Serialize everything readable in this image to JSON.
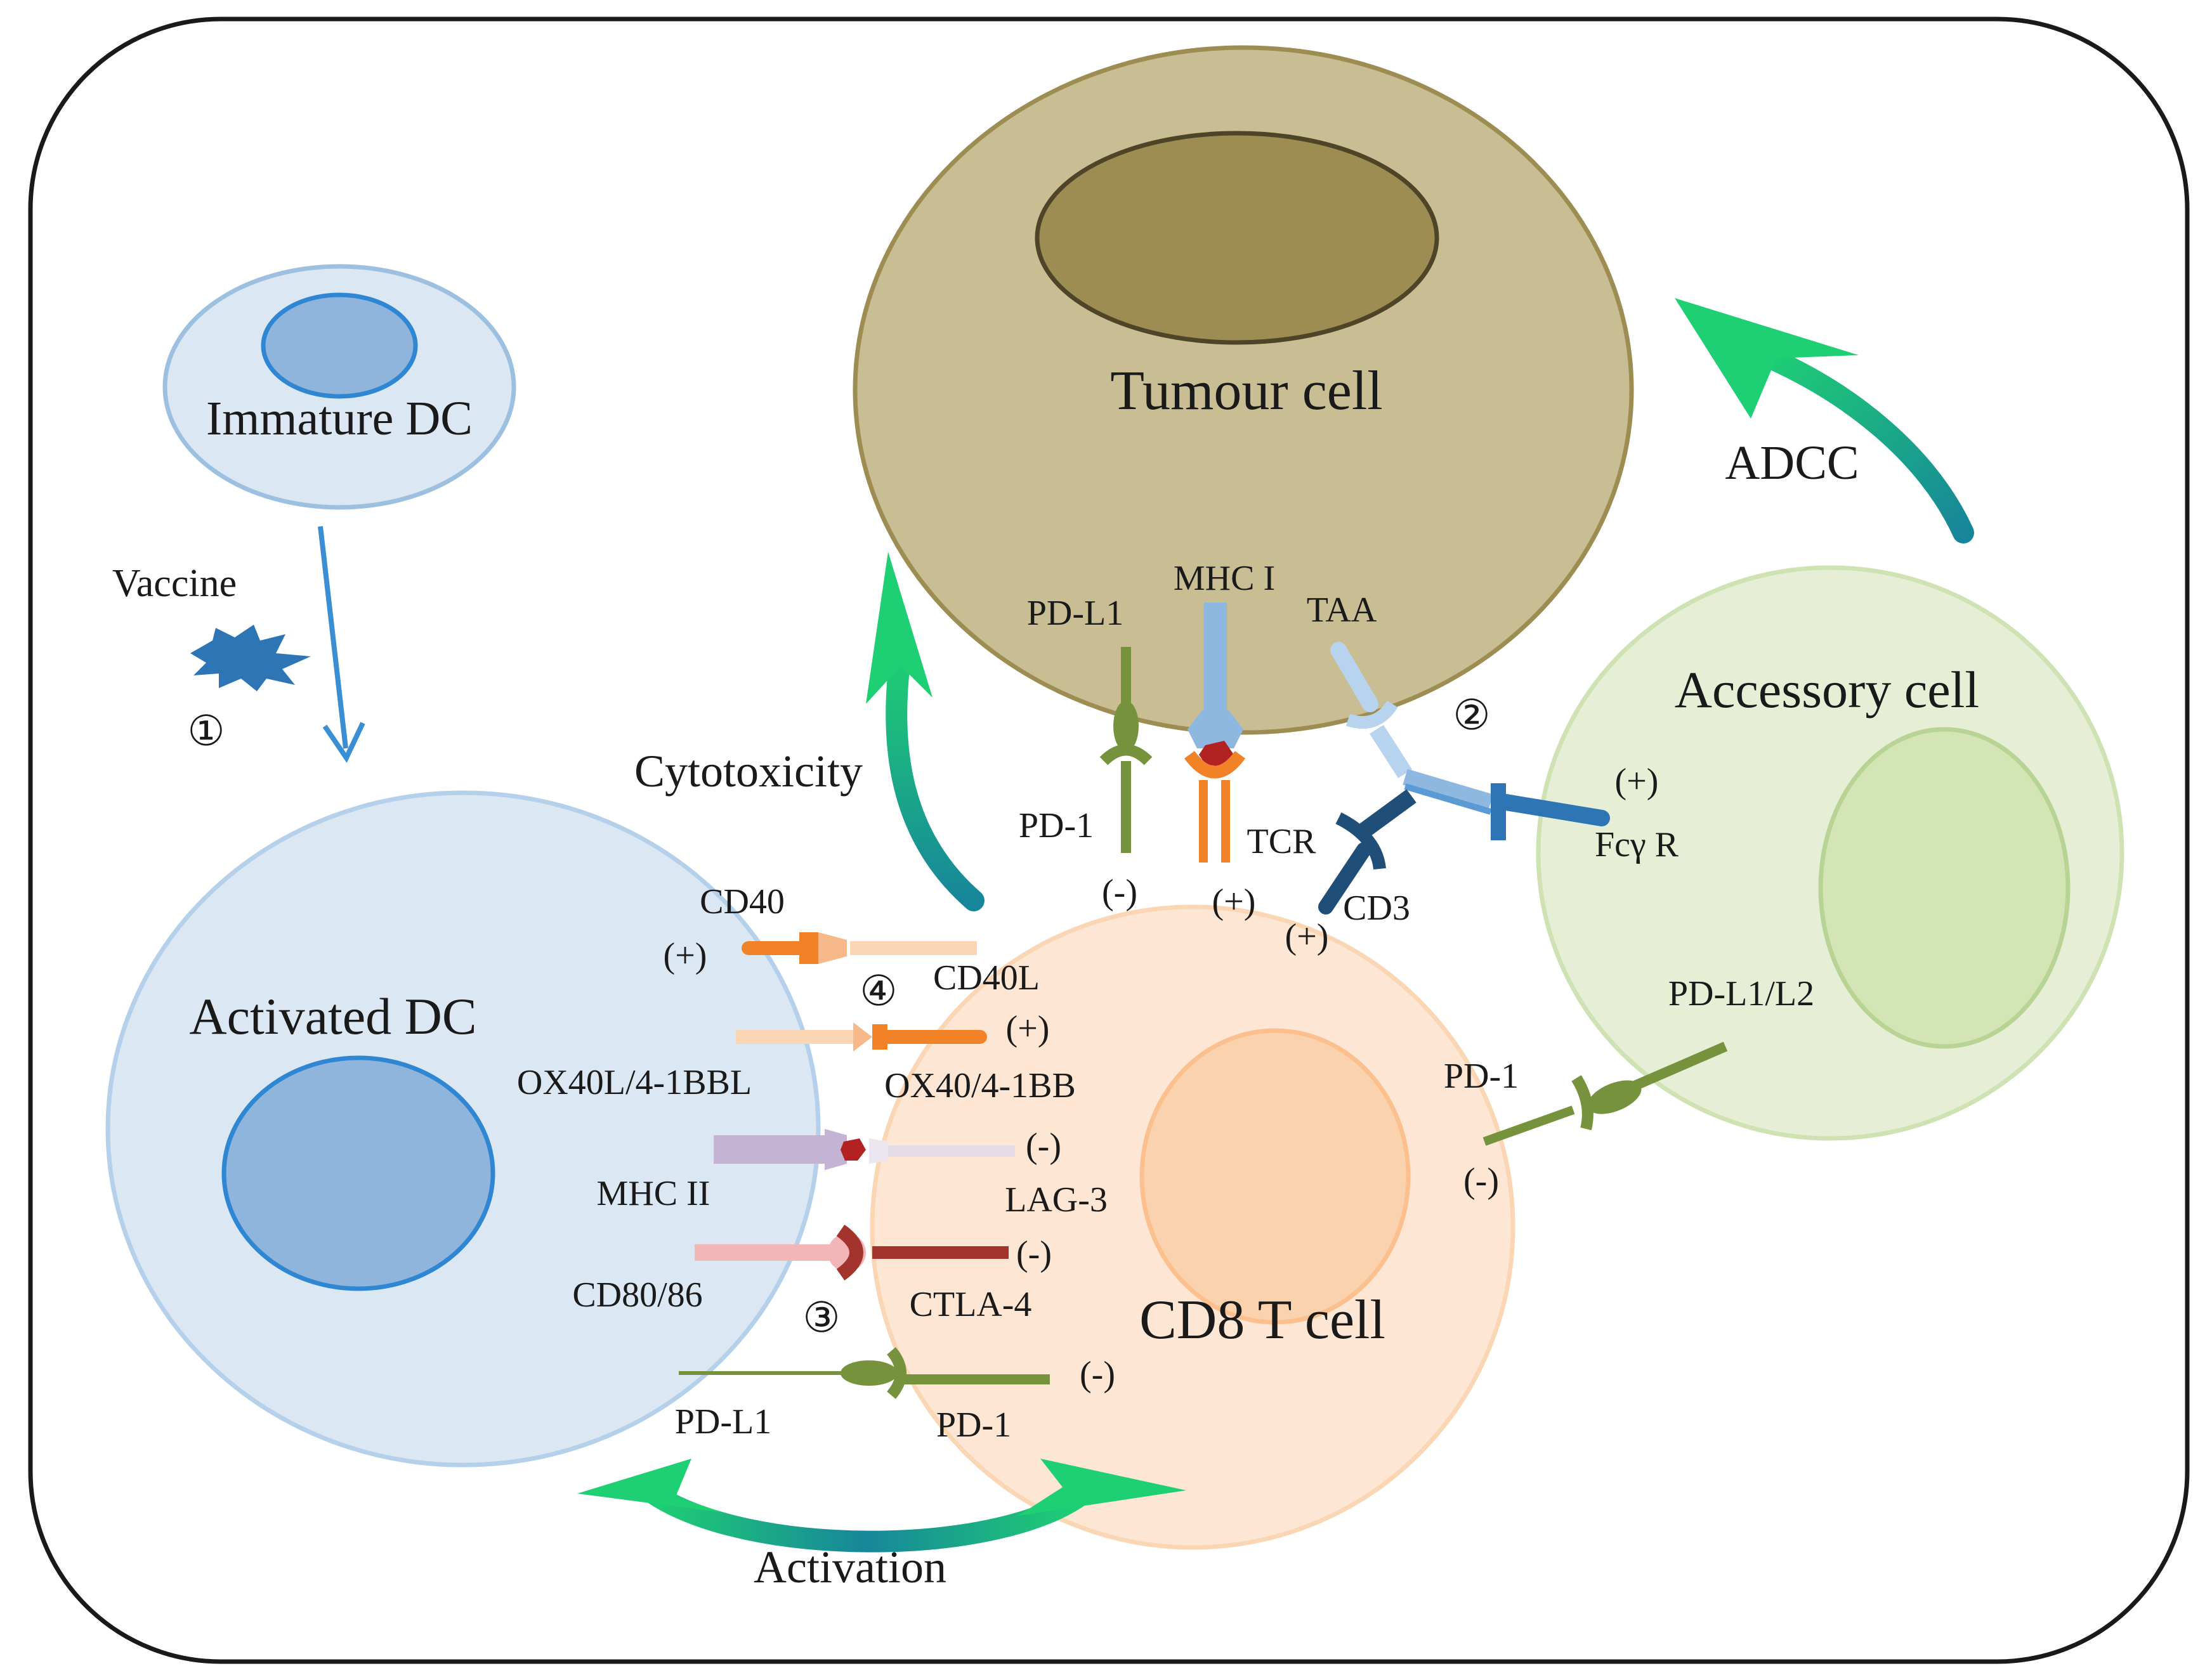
{
  "cells": {
    "immature_dc": "Immature DC",
    "activated_dc": "Activated DC",
    "tumour_cell": "Tumour cell",
    "accessory_cell": "Accessory cell",
    "cd8_t_cell": "CD8 T cell"
  },
  "processes": {
    "vaccine": "Vaccine",
    "cytotoxicity": "Cytotoxicity",
    "adcc": "ADCC",
    "activation": "Activation"
  },
  "steps": {
    "one": "①",
    "two": "②",
    "three": "③",
    "four": "④"
  },
  "molecules": {
    "pdl1_tumour": "PD-L1",
    "mhc1": "MHC I",
    "taa": "TAA",
    "pd1_top": "PD-1",
    "tcr": "TCR",
    "cd3": "CD3",
    "fcgr": "Fcγ R",
    "cd40": "CD40",
    "cd40l": "CD40L",
    "ox40l": "OX40L/4-1BBL",
    "ox40": "OX40/4-1BB",
    "mhc2": "MHC II",
    "lag3": "LAG-3",
    "cd80": "CD80/86",
    "ctla4": "CTLA-4",
    "pdl1_dc": "PD-L1",
    "pd1_dc": "PD-1",
    "pdl1l2": "PD-L1/L2",
    "pd1_acc": "PD-1"
  },
  "signs": {
    "pd1_top": "(-)",
    "tcr": "(+)",
    "cd3": "(+)",
    "fcgr": "(+)",
    "cd40": "(+)",
    "ox40": "(+)",
    "lag3": "(-)",
    "ctla4": "(-)",
    "pd1_dc": "(-)",
    "pd1_acc": "(-)"
  },
  "colors": {
    "dc_fill": "#dbe7f3",
    "dc_nucleus": "#8fb5dc",
    "tumour_fill": "#c8bd93",
    "tumour_nucleus": "#9e8d52",
    "tcell_fill": "#fde7d4",
    "tcell_nucleus": "#fbd2ae",
    "accessory_fill": "#e6efd6",
    "accessory_nucleus": "#d3e4b5",
    "pd_green": "#76923c",
    "orange": "#f28228",
    "arrow_green": "#1fcf73",
    "arrow_teal": "#17869a"
  }
}
